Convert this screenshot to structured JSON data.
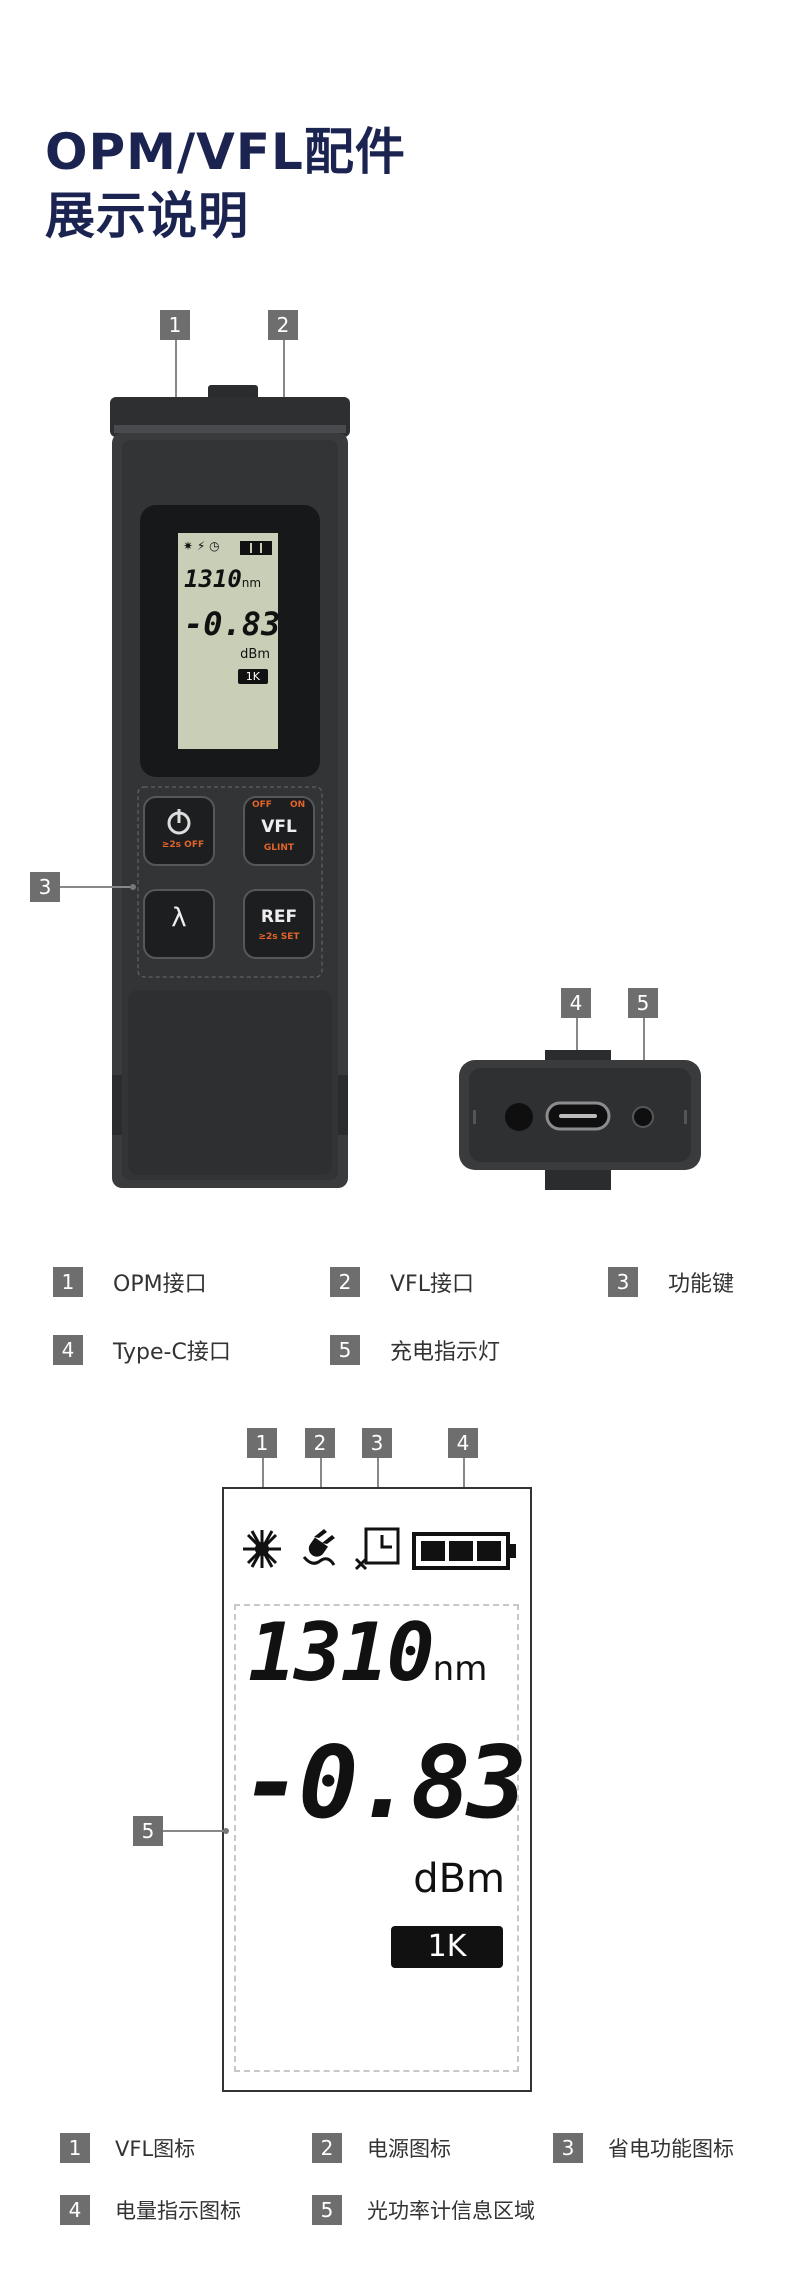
{
  "title": {
    "line1": "OPM/VFL配件",
    "line2": "展示说明"
  },
  "device": {
    "lcd": {
      "wavelength": "1310",
      "wavelength_unit": "nm",
      "power": "-0.83",
      "power_unit": "dBm",
      "freq": "1K"
    },
    "buttons": {
      "power_sub": "≥2s OFF",
      "vfl_label": "VFL",
      "vfl_off": "OFF",
      "vfl_on": "ON",
      "vfl_sub": "GLINT",
      "lambda": "λ",
      "ref_label": "REF",
      "ref_sub": "≥2s SET"
    }
  },
  "callouts_top": [
    "1",
    "2",
    "3",
    "4",
    "5"
  ],
  "legend1": [
    {
      "num": "1",
      "label": "OPM接口"
    },
    {
      "num": "2",
      "label": "VFL接口"
    },
    {
      "num": "3",
      "label": "功能键"
    },
    {
      "num": "4",
      "label": "Type-C接口"
    },
    {
      "num": "5",
      "label": "充电指示灯"
    }
  ],
  "callouts_lcd": [
    "1",
    "2",
    "3",
    "4",
    "5"
  ],
  "lcd_large": {
    "wavelength": "1310",
    "wavelength_unit": "nm",
    "power": "-0.83",
    "power_unit": "dBm",
    "freq": "1K"
  },
  "legend2": [
    {
      "num": "1",
      "label": "VFL图标"
    },
    {
      "num": "2",
      "label": "电源图标"
    },
    {
      "num": "3",
      "label": "省电功能图标"
    },
    {
      "num": "4",
      "label": "电量指示图标"
    },
    {
      "num": "5",
      "label": "光功率计信息区域"
    }
  ],
  "colors": {
    "title": "#1b2350",
    "badge": "#6e6e6e",
    "device": "#3a3b3d",
    "lcd": "#c9cfb6",
    "accent": "#e2642a"
  }
}
